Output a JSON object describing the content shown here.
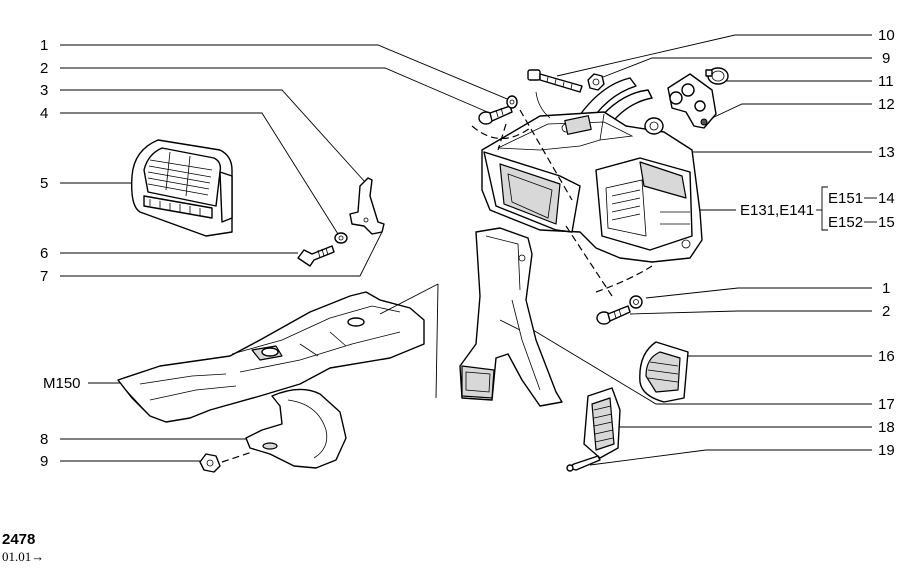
{
  "callouts_left": {
    "c1": "1",
    "c2": "2",
    "c3": "3",
    "c4": "4",
    "c5": "5",
    "c6": "6",
    "c7": "7",
    "m150": "M150",
    "c8": "8",
    "c9": "9"
  },
  "callouts_right": {
    "c10": "10",
    "c9": "9",
    "c11": "11",
    "c12": "12",
    "c13": "13",
    "variant_main": "E131,E141",
    "e151": "E151",
    "c14": "14",
    "e152": "E152",
    "c15": "15",
    "c1": "1",
    "c2": "2",
    "c16": "16",
    "c17": "17",
    "c18": "18",
    "c19": "19"
  },
  "footer": {
    "code": "2478",
    "date": "01.01→"
  }
}
